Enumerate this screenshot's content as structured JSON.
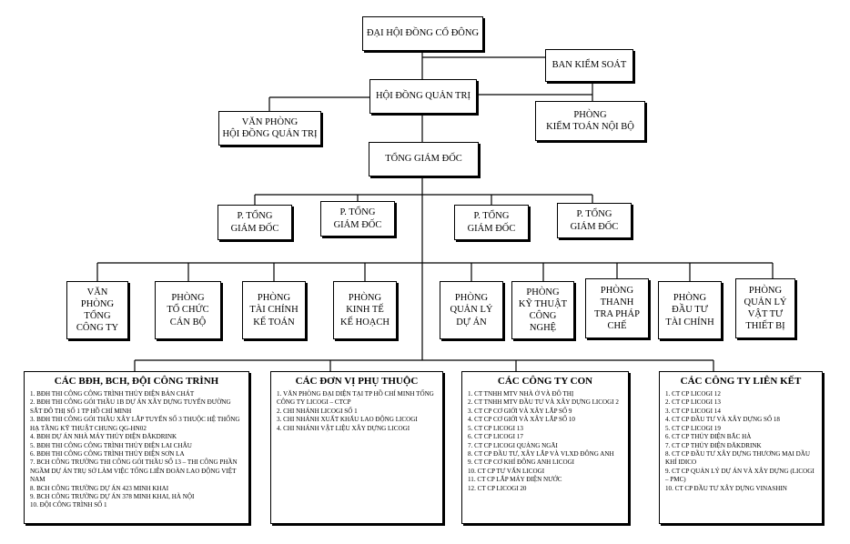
{
  "top": {
    "dhdcd": "ĐẠI HỘI ĐỒNG CỔ ĐÔNG",
    "ban_kiem_soat": "BAN KIỂM SOÁT",
    "hdqt": "HỘI ĐỒNG QUẢN TRỊ",
    "vp_hdqt": "VĂN PHÒNG\nHỘI ĐỒNG QUẢN TRỊ",
    "kiem_toan": "PHÒNG\nKIỂM TOÁN NỘI BỘ",
    "tgd": "TỔNG GIÁM ĐỐC"
  },
  "deputies": [
    "P. TỔNG\nGIÁM ĐỐC",
    "P. TỔNG\nGIÁM ĐỐC",
    "P. TỔNG\nGIÁM ĐỐC",
    "P. TỔNG\nGIÁM ĐỐC"
  ],
  "departments": [
    "VĂN\nPHÒNG\nTỔNG\nCÔNG TY",
    "PHÒNG\nTỔ CHỨC\nCÁN BỘ",
    "PHÒNG\nTÀI CHÍNH\nKẾ TOÁN",
    "PHÒNG\nKINH TẾ\nKẾ HOẠCH",
    "PHÒNG\nQUẢN LÝ\nDỰ ÁN",
    "PHÒNG\nKỸ THUẬT\nCÔNG\nNGHỆ",
    "PHÒNG\nTHANH\nTRA PHÁP\nCHẾ",
    "PHÒNG\nĐẦU TƯ\nTÀI CHÍNH",
    "PHÒNG\nQUẢN LÝ\nVẬT TƯ\nTHIẾT BỊ"
  ],
  "groups": [
    {
      "title": "CÁC BĐH, BCH, ĐỘI CÔNG TRÌNH",
      "items": [
        "1. BĐH THI CÔNG CÔNG TRÌNH THỦY ĐIỆN BẢN CHÁT",
        "2. BĐH THI CÔNG GÓI THẦU 1B DỰ ÁN XÂY DỰNG TUYẾN ĐƯỜNG SẮT ĐÔ THỊ SỐ 1 TP HỒ CHÍ MINH",
        "3. BĐH THI CÔNG GÓI THẦU XÂY LẮP TUYẾN SỐ 3 THUỘC HỆ THỐNG HẠ TẦNG KỸ THUẬT CHUNG QG-HN02",
        "4. BĐH DỰ ÁN NHÀ MÁY THỦY ĐIỆN ĐĂKDRINK",
        "5. BĐH THI CÔNG CÔNG TRÌNH THỦY ĐIỆN LAI CHÂU",
        "6. BĐH THI CÔNG CÔNG TRÌNH THỦY ĐIỆN SƠN LA",
        "7. BCH CÔNG TRƯỜNG THI CÔNG GÓI THẦU SỐ 13 – THI CÔNG PHẦN NGẦM DỰ ÁN TRỤ SỞ LÀM VIỆC TỔNG LIÊN ĐOÀN LAO ĐỘNG VIỆT NAM",
        "8. BCH CÔNG TRƯỜNG DỰ ÁN 423 MINH KHAI",
        "9. BCH CÔNG TRƯỜNG DỰ ÁN 378 MINH KHAI, HÀ NỘI",
        "10. ĐỘI CÔNG TRÌNH SỐ 1"
      ]
    },
    {
      "title": "CÁC ĐƠN VỊ PHỤ THUỘC",
      "items": [
        "1. VĂN PHÒNG ĐẠI DIỆN TẠI TP HỒ CHÍ MINH TỔNG CÔNG TY LICOGI – CTCP",
        "2. CHI NHÁNH LICOGI SỐ 1",
        "3. CHI NHÁNH XUẤT KHẨU LAO ĐỘNG LICOGI",
        "4. CHI NHÁNH VẬT LIỆU XÂY DỰNG LICOGI"
      ]
    },
    {
      "title": "CÁC CÔNG TY CON",
      "items": [
        "1. CT TNHH MTV NHÀ Ở VÀ ĐÔ THỊ",
        "2. CT TNHH MTV ĐẦU TƯ VÀ XÂY DỰNG LICOGI 2",
        "3. CT CP CƠ GIỚI VÀ XÂY LẮP SỐ 9",
        "4. CT CP CƠ GIỚI VÀ XÂY LẮP SỐ 10",
        "5. CT CP LICOGI 13",
        "6. CT CP LICOGI 17",
        "7. CT CP LICOGI QUẢNG NGÃI",
        "8. CT CP ĐẦU TƯ, XÂY LẮP VÀ VLXD ĐÔNG ANH",
        "9. CT CP CƠ KHÍ ĐÔNG ANH LICOGI",
        "10. CT CP TƯ VẤN LICOGI",
        "11. CT CP LẮP MÁY ĐIỆN NƯỚC",
        "12. CT CP LICOGI 20"
      ]
    },
    {
      "title": "CÁC CÔNG TY LIÊN KẾT",
      "items": [
        "1. CT CP LICOGI 12",
        "2. CT CP LICOGI 13",
        "3. CT CP LICOGI 14",
        "4. CT CP ĐẦU TƯ VÀ XÂY DỰNG SỐ 18",
        "5. CT CP LICOGI 19",
        "6. CT CP THỦY ĐIỆN BẮC HÀ",
        "7. CT CP THỦY ĐIỆN ĐĂKDRINK",
        "8. CT CP ĐẦU TƯ XÂY DỰNG THƯƠNG MẠI DẦU KHÍ IDICO",
        "9. CT CP QUẢN LÝ DỰ ÁN VÀ XÂY DỰNG (LICOGI – PMC)",
        "10. CT CP ĐẦU TƯ XÂY DỰNG VINASHIN"
      ]
    }
  ]
}
